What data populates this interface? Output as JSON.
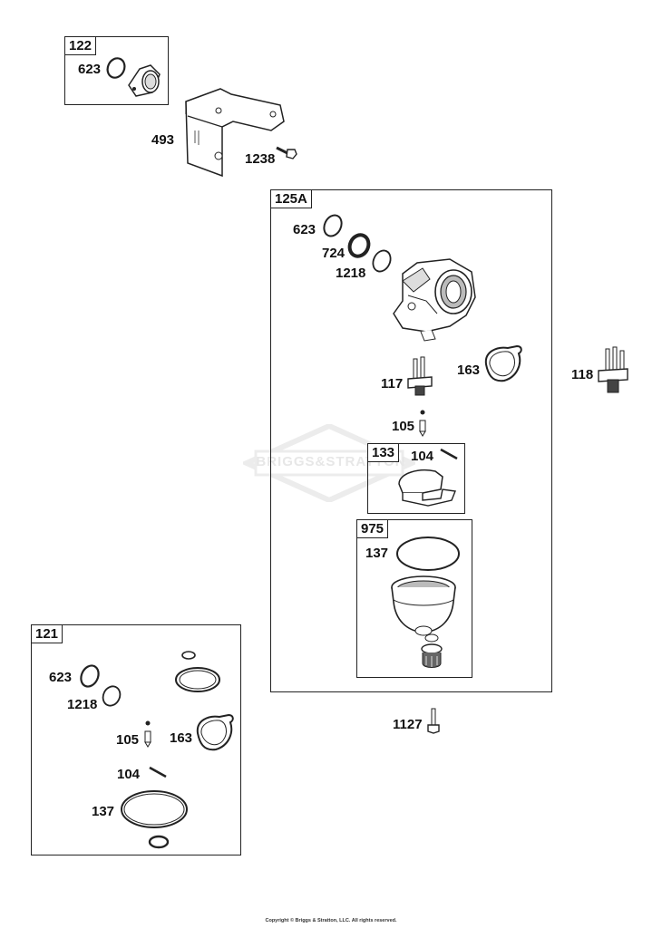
{
  "kits": {
    "k122": "122",
    "k125a": "125A",
    "k133": "133",
    "k975": "975",
    "k121": "121"
  },
  "labels": {
    "l623_top": "623",
    "l493": "493",
    "l1238": "1238",
    "l623_125a": "623",
    "l724": "724",
    "l1218_125a": "1218",
    "l117": "117",
    "l163_125a": "163",
    "l118": "118",
    "l105_125a": "105",
    "l104_133": "104",
    "l137_975": "137",
    "l1127": "1127",
    "l623_121": "623",
    "l1218_121": "1218",
    "l105_121": "105",
    "l163_121": "163",
    "l104_121": "104",
    "l137_121": "137"
  },
  "watermark": "BRIGGS&STRATTON",
  "copyright": "Copyright © Briggs & Stratton, LLC. All rights reserved."
}
